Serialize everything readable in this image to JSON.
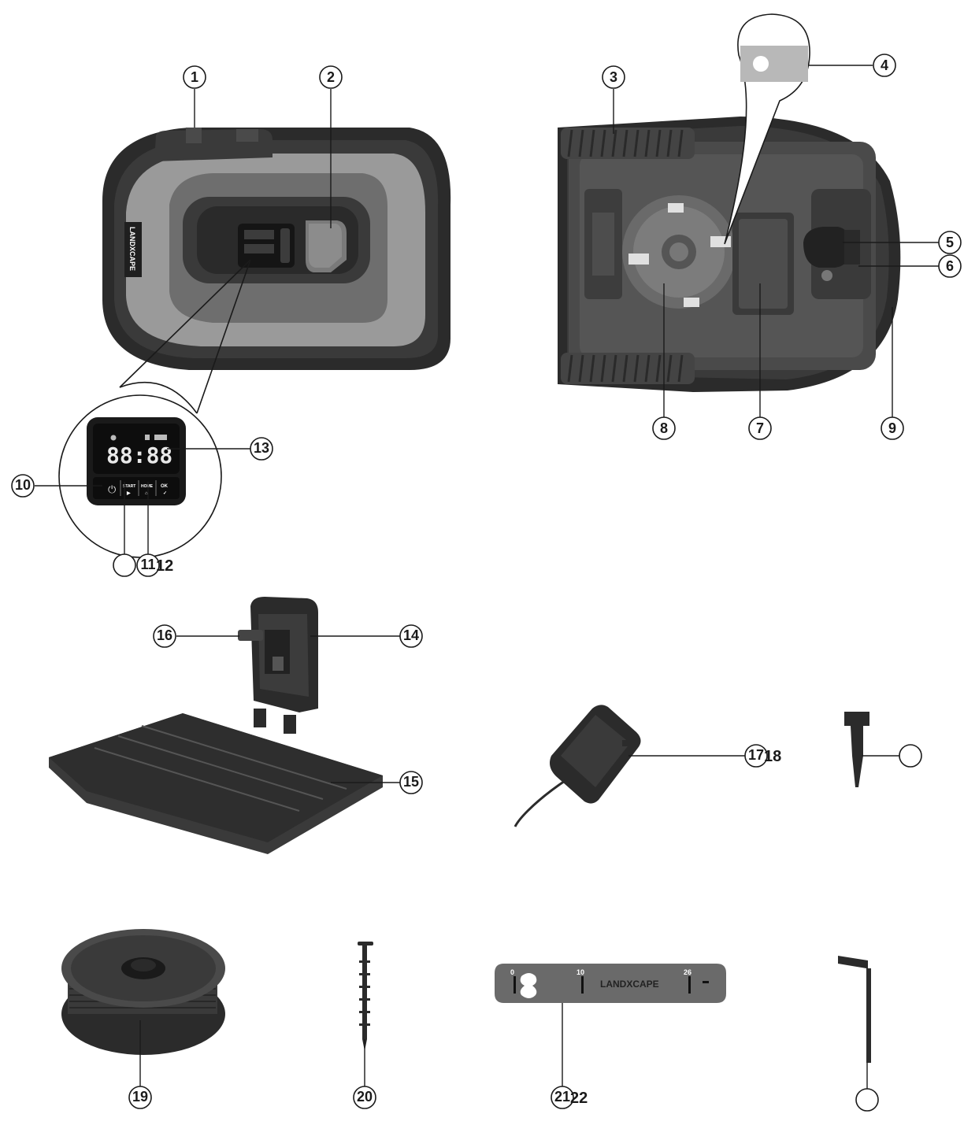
{
  "brand": {
    "logo": "LANDXCAPE"
  },
  "display": {
    "digits": "88:88",
    "buttons": [
      {
        "label": "START",
        "sub": "▶"
      },
      {
        "label": "HOME",
        "sub": "⌂"
      },
      {
        "label": "OK",
        "sub": "✓"
      }
    ]
  },
  "ruler": {
    "marks": [
      "0",
      "10",
      "26"
    ],
    "logo": "LANDXCAPE"
  },
  "callouts": {
    "c1": "1",
    "c2": "2",
    "c3": "3",
    "c4": "4",
    "c5": "5",
    "c6": "6",
    "c7": "7",
    "c8": "8",
    "c9": "9",
    "c10": "10",
    "c11": "11",
    "c12": "12",
    "c13": "13",
    "c14": "14",
    "c15": "15",
    "c16": "16",
    "c17": "17",
    "c18": "18",
    "c19": "19",
    "c20": "20",
    "c21": "21",
    "c22": "22"
  },
  "colors": {
    "dark": "#2b2b2b",
    "mid": "#5a5a5a",
    "light": "#9a9a9a",
    "line": "#1a1a1a"
  }
}
